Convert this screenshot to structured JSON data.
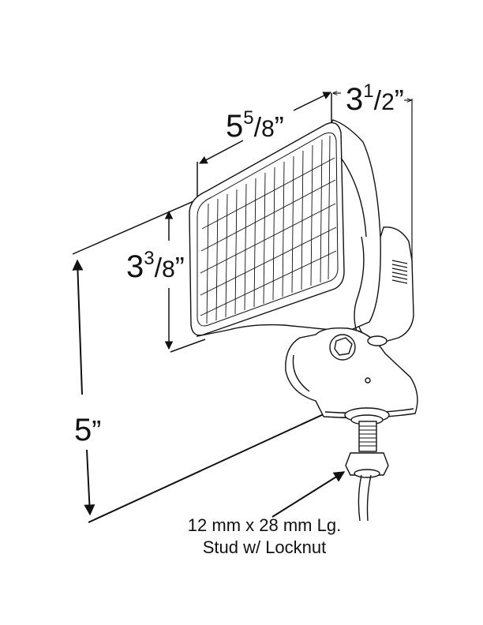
{
  "diagram": {
    "subject": "Rectangular work lamp with stud mount",
    "colors": {
      "line": "#111111",
      "background": "#ffffff"
    },
    "dimensions": {
      "width": {
        "whole": "5",
        "numerator": "5",
        "denominator": "8",
        "unit": "”",
        "label": "5 5/8\""
      },
      "depth": {
        "whole": "3",
        "numerator": "1",
        "denominator": "2",
        "unit": "”",
        "label": "3 1/2\""
      },
      "lens_height": {
        "whole": "3",
        "numerator": "3",
        "denominator": "8",
        "unit": "”",
        "label": "3 3/8\""
      },
      "overall_height": {
        "whole": "5",
        "unit": "”",
        "label": "5\""
      }
    },
    "callout": {
      "line1": "12 mm x 28 mm Lg.",
      "line2": "Stud w/ Locknut"
    }
  }
}
